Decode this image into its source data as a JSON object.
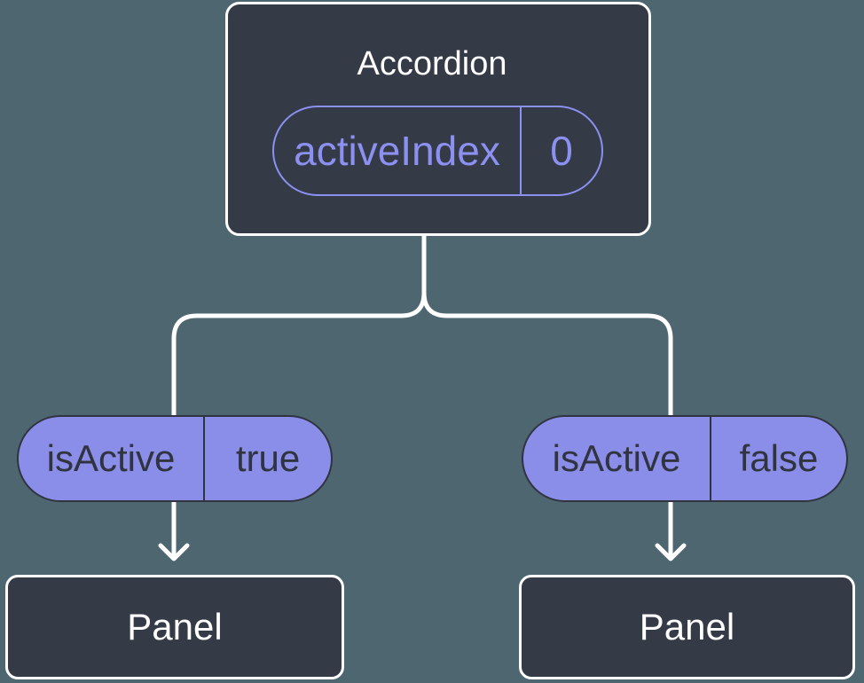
{
  "colors": {
    "background": "#4E6670",
    "node-fill": "#343A46",
    "node-border": "#FFFFFF",
    "node-text": "#FFFFFF",
    "purple-fill": "#8B8EE9",
    "purple-outline": "#8C90F1",
    "purple-text": "#8C90F1",
    "pill-dark-text": "#2F3440",
    "connector": "#FFFFFF"
  },
  "tree": {
    "root": {
      "label": "Accordion",
      "state_pill": {
        "key": "activeIndex",
        "value": "0"
      }
    },
    "branches": [
      {
        "prop_pill": {
          "key": "isActive",
          "value": "true"
        },
        "child": {
          "label": "Panel"
        }
      },
      {
        "prop_pill": {
          "key": "isActive",
          "value": "false"
        },
        "child": {
          "label": "Panel"
        }
      }
    ]
  }
}
